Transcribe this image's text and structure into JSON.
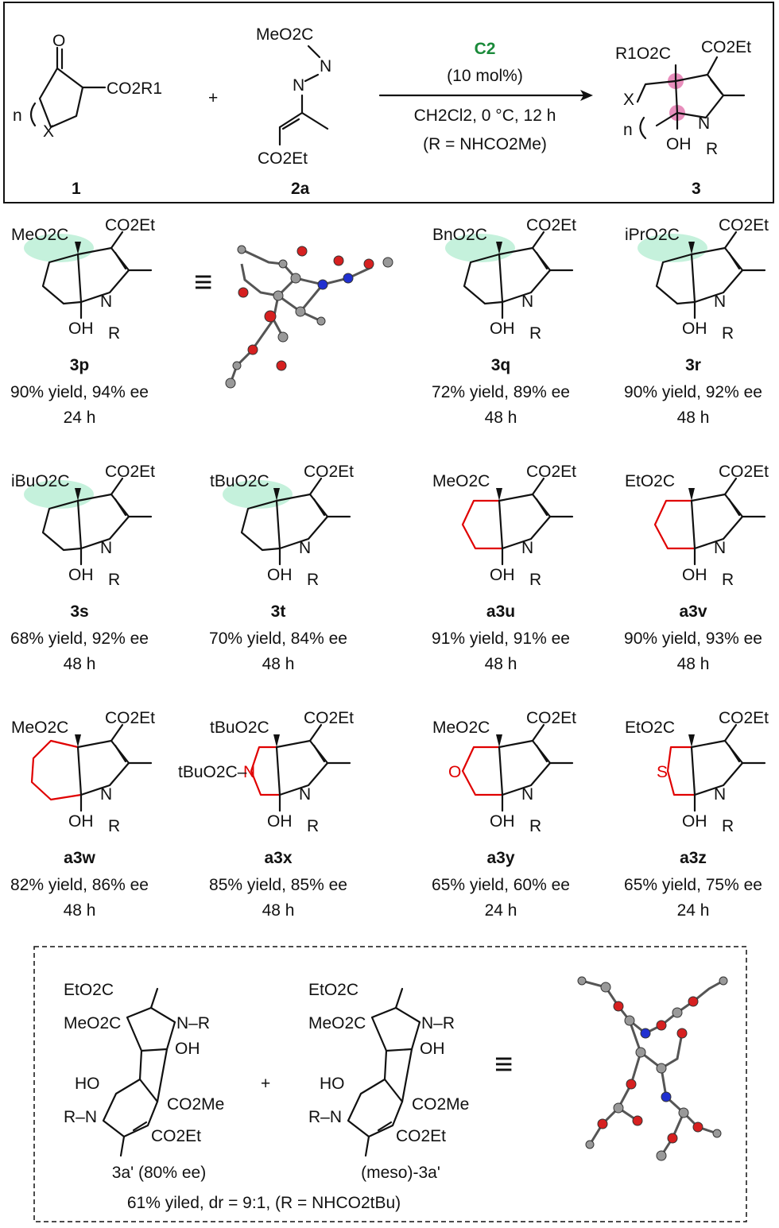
{
  "scheme": {
    "catalyst": "C2",
    "catalyst_color": "#1a8a3a",
    "loading": "(10 mol%)",
    "conditions": "CH2Cl2, 0 °C, 12 h",
    "reagent_note": "(R = NHCO2Me)",
    "labels": {
      "sm1": "1",
      "sm2": "2a",
      "product": "3"
    },
    "plus": "+",
    "ketone_n": "n",
    "ketone_o": "O",
    "ketone_x": "X",
    "ketone_ester": "CO2R1",
    "azo_top": "MeO2C",
    "azo_n": "N",
    "azo_bottom": "CO2Et",
    "prod_r1": "R1O2C",
    "prod_ester": "CO2Et",
    "prod_x": "X",
    "prod_n": "n",
    "prod_nr": "N",
    "prod_oh": "OH",
    "prod_r": "R"
  },
  "compounds": [
    {
      "id": "3p",
      "pre": "",
      "ester": "MeO2C",
      "ring": "cyclopentane",
      "yield": "90% yield, 94% ee",
      "time": "24 h"
    },
    {
      "id": "3q",
      "pre": "",
      "ester": "BnO2C",
      "ring": "cyclopentane",
      "yield": "72% yield, 89% ee",
      "time": "48 h"
    },
    {
      "id": "3r",
      "pre": "",
      "ester": "iPrO2C",
      "ring": "cyclopentane",
      "yield": "90% yield, 92% ee",
      "time": "48 h"
    },
    {
      "id": "3s",
      "pre": "",
      "ester": "iBuO2C",
      "ring": "cyclopentane",
      "yield": "68% yield, 92% ee",
      "time": "48 h"
    },
    {
      "id": "3t",
      "pre": "",
      "ester": "tBuO2C",
      "ring": "cyclopentane",
      "yield": "70% yield, 84% ee",
      "time": "48 h"
    },
    {
      "id": "3u",
      "pre": "a",
      "ester": "MeO2C",
      "ring": "cyclohexane",
      "yield": "91% yield, 91% ee",
      "time": "48 h"
    },
    {
      "id": "3v",
      "pre": "a",
      "ester": "EtO2C",
      "ring": "cyclohexane",
      "yield": "90% yield, 93% ee",
      "time": "48 h"
    },
    {
      "id": "3w",
      "pre": "a",
      "ester": "MeO2C",
      "ring": "cycloheptane",
      "yield": "82% yield, 86% ee",
      "time": "48 h"
    },
    {
      "id": "3x",
      "pre": "a",
      "ester": "tBuO2C",
      "ring": "pyrrolidine",
      "yield": "85% yield, 85% ee",
      "time": "48 h"
    },
    {
      "id": "3y",
      "pre": "a",
      "ester": "MeO2C",
      "ring": "tetrahydropyran",
      "yield": "65% yield, 60% ee",
      "time": "24 h"
    },
    {
      "id": "3z",
      "pre": "a",
      "ester": "EtO2C",
      "ring": "tetrahydrothiophene",
      "yield": "65% yield, 75% ee",
      "time": "24 h"
    }
  ],
  "common": {
    "co2et": "CO2Et",
    "n": "N",
    "oh": "OH",
    "r": "R",
    "nboc": "tBuO2C",
    "hetero_o": "O",
    "hetero_s": "S",
    "hetero_n": "N"
  },
  "equiv": "≡",
  "dimer": {
    "label1": "3a' (80% ee)",
    "label2": "(meso)-3a'",
    "summary": "61% yiled, dr = 9:1, (R = NHCO2tBu)",
    "groups": {
      "eto2c": "EtO2C",
      "meo2c": "MeO2C",
      "co2me": "CO2Me",
      "co2et": "CO2Et",
      "oh": "OH",
      "ho": "HO",
      "nr": "N–R",
      "rn": "R–N"
    }
  },
  "colors": {
    "highlight": "#bff0d8",
    "stereo_pink": "#e47ab0",
    "ring_red": "#e00000",
    "atom_o": "#d62020",
    "atom_n": "#2030d0"
  }
}
